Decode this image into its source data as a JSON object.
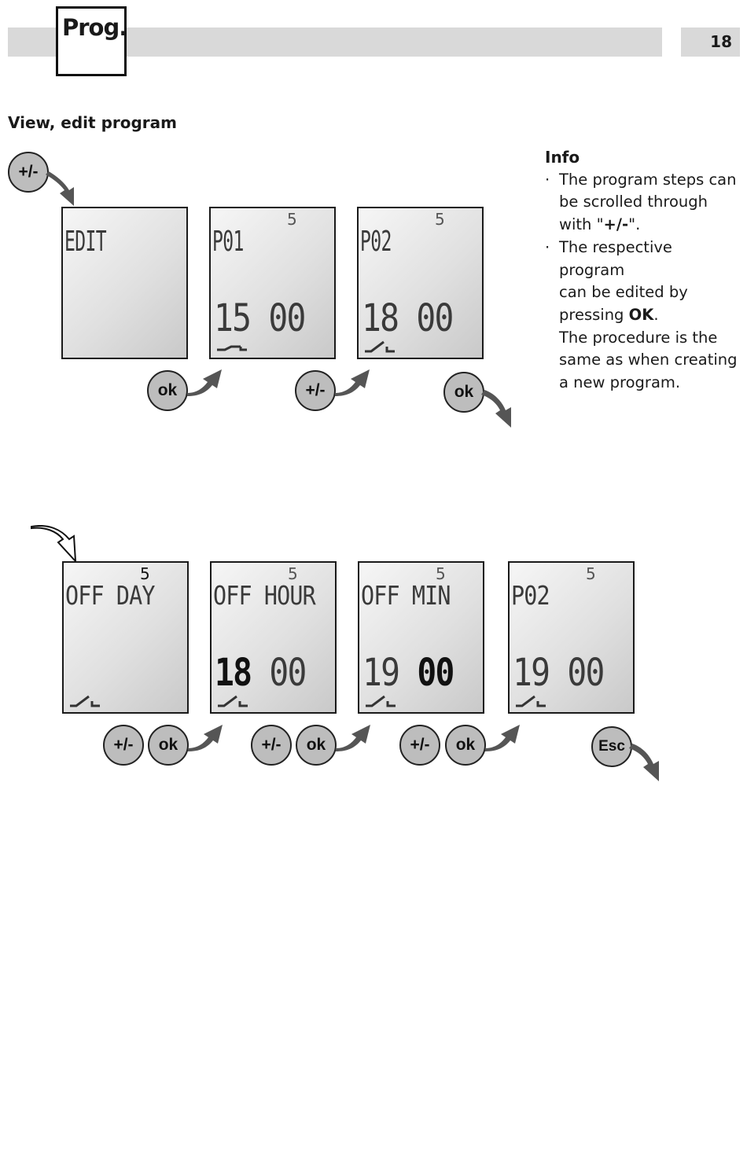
{
  "header": {
    "tab_label": "Prog.",
    "page_number": "18"
  },
  "section_title": "View, edit program",
  "info": {
    "title": "Info",
    "lines": [
      {
        "parts": [
          "The program steps can"
        ]
      },
      {
        "parts": [
          "be scrolled through"
        ]
      },
      {
        "parts": [
          "with \"",
          "+/-",
          "\"."
        ]
      },
      {
        "parts": [
          "The respective program"
        ]
      },
      {
        "parts": [
          "can be edited by"
        ]
      },
      {
        "parts": [
          "pressing ",
          "OK",
          "."
        ]
      },
      {
        "parts": [
          "The procedure is the"
        ]
      },
      {
        "parts": [
          "same as when creating"
        ]
      },
      {
        "parts": [
          "a new program."
        ]
      }
    ]
  },
  "displays": {
    "d1": {
      "tag": "EDIT",
      "day": "",
      "time": ""
    },
    "d2": {
      "tag": "P01",
      "day": "5",
      "time_h": "15",
      "time_m": "00"
    },
    "d3": {
      "tag": "P02",
      "day": "5",
      "time_h": "18",
      "time_m": "00"
    },
    "d4": {
      "tag": "OFF DAY",
      "day": "5"
    },
    "d5": {
      "tag": "OFF HOUR",
      "day": "5",
      "time_h": "18",
      "time_m": "00"
    },
    "d6": {
      "tag": "OFF MIN",
      "day": "5",
      "time_h": "19",
      "time_m": "00"
    },
    "d7": {
      "tag": "P02",
      "day": "5",
      "time_h": "19",
      "time_m": "00"
    }
  },
  "buttons": {
    "plus_minus": "+/-",
    "ok": "ok",
    "esc": "Esc"
  }
}
